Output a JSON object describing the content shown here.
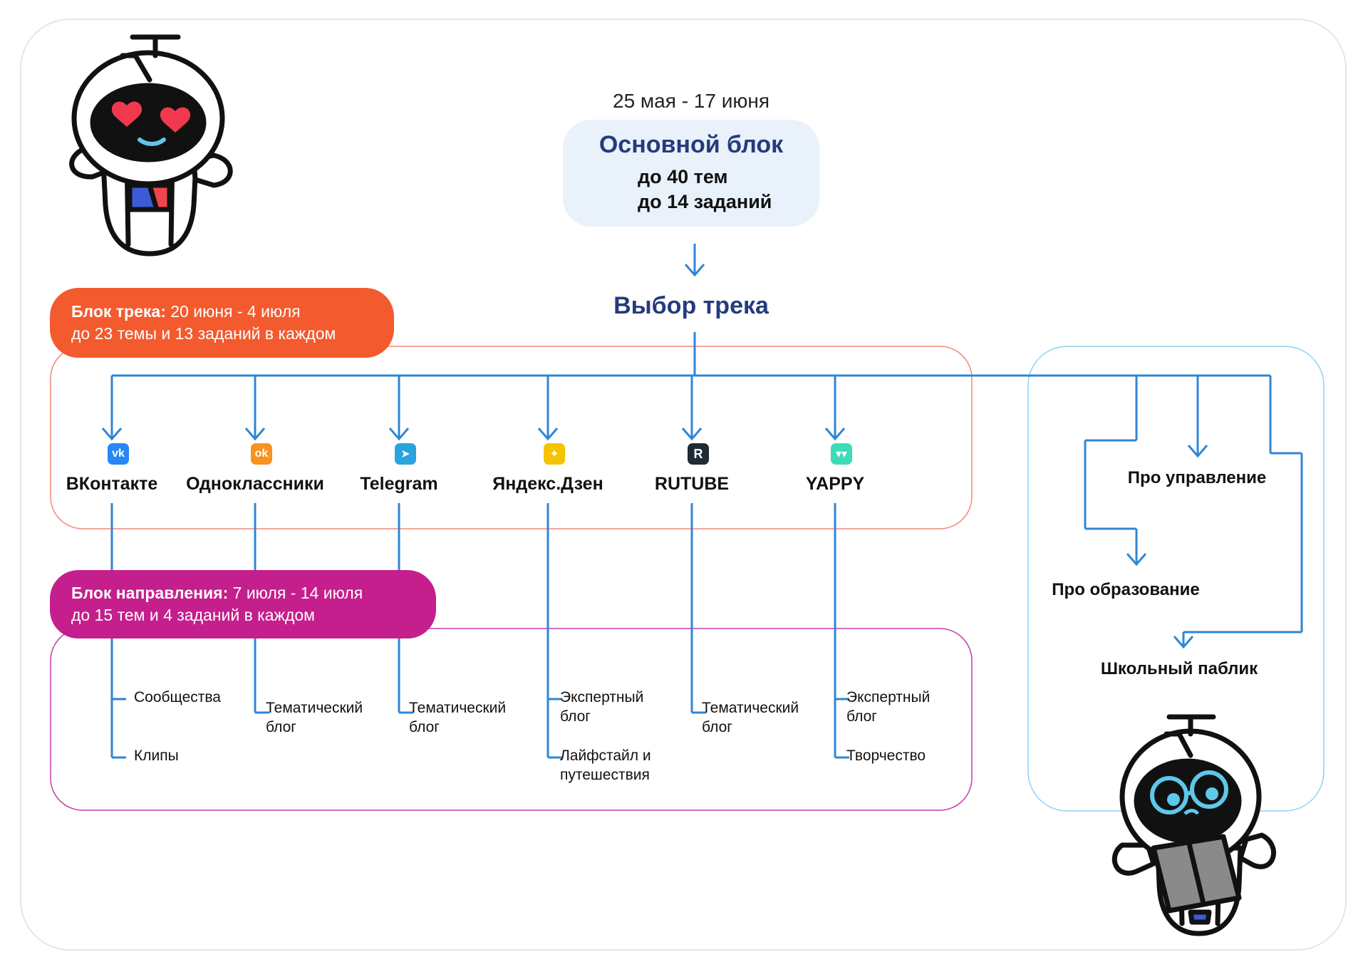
{
  "header": {
    "date_range": "25 мая - 17 июня",
    "main_block": {
      "title": "Основной блок",
      "items": [
        "до 40 тем",
        "до 14 заданий"
      ]
    },
    "track_choice": "Выбор трека"
  },
  "track_block": {
    "label_bold": "Блок трека:",
    "label_dates": " 20 июня - 4 июля",
    "description": "до 23 темы и 13 заданий в каждом",
    "color": "#f35a2e"
  },
  "direction_block": {
    "label_bold": "Блок направления:",
    "label_dates": " 7 июля - 14 июля",
    "description": "до 15 тем и 4 заданий в каждом",
    "color": "#c41f8c"
  },
  "platforms": [
    {
      "name": "ВКонтакте",
      "icon": "vk-icon",
      "color": "#2787f5",
      "glyph": "vk",
      "subs": [
        "Сообщества",
        "Клипы"
      ]
    },
    {
      "name": "Одноклассники",
      "icon": "ok-icon",
      "color": "#f7931e",
      "glyph": "ok",
      "subs": [
        "Тематический\nблог"
      ]
    },
    {
      "name": "Telegram",
      "icon": "telegram-icon",
      "color": "#2aa3df",
      "glyph": "➤",
      "subs": [
        "Тематический\nблог"
      ]
    },
    {
      "name": "Яндекс.Дзен",
      "icon": "zen-icon",
      "color": "#f5c400",
      "glyph": "✦",
      "subs": [
        "Экспертный\nблог",
        "Лайфстайл и\nпутешествия"
      ]
    },
    {
      "name": "RUTUBE",
      "icon": "rutube-icon",
      "color": "#1f2a33",
      "glyph": "R",
      "subs": [
        "Тематический\nблог"
      ]
    },
    {
      "name": "YAPPY",
      "icon": "yappy-icon",
      "color": "#3ddbb8",
      "glyph": "▾▾",
      "subs": [
        "Экспертный\nблог",
        "Творчество"
      ]
    }
  ],
  "right_branch": {
    "items": [
      "Про управление",
      "Про образование",
      "Школьный паблик"
    ]
  },
  "colors": {
    "arrow": "#2f86d6",
    "heading": "#263b7d",
    "track_outline": "#f08a76",
    "direction_outline": "#c53da8",
    "right_outline": "#8fd3ef"
  }
}
